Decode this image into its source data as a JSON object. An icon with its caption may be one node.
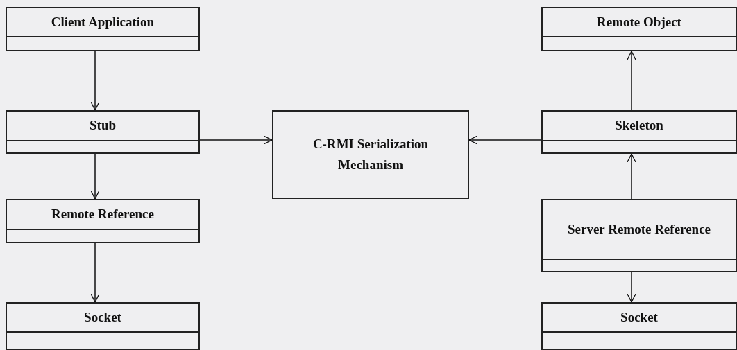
{
  "diagram": {
    "nodes": [
      {
        "text": [
          "Client Application"
        ]
      },
      {
        "text": [
          "Stub"
        ]
      },
      {
        "text": [
          "Remote Reference"
        ]
      },
      {
        "text": [
          "Socket"
        ]
      },
      {
        "text": [
          "C-RMI Serialization Mechanism"
        ]
      },
      {
        "text": [
          "Remote Object"
        ]
      },
      {
        "text": [
          "Skeleton"
        ]
      },
      {
        "text": [
          "Server Remote Reference"
        ]
      },
      {
        "text": [
          "Socket"
        ]
      }
    ],
    "edges": [
      {
        "from": 0,
        "to": 1,
        "arrow": "to"
      },
      {
        "from": 1,
        "to": 2,
        "arrow": "to"
      },
      {
        "from": 2,
        "to": 3,
        "arrow": "to"
      },
      {
        "from": 1,
        "to": 4,
        "arrow": "to"
      },
      {
        "from": 6,
        "to": 4,
        "arrow": "to"
      },
      {
        "from": 6,
        "to": 5,
        "arrow": "to"
      },
      {
        "from": 7,
        "to": 6,
        "arrow": "to"
      },
      {
        "from": 7,
        "to": 8,
        "arrow": "to"
      }
    ]
  }
}
